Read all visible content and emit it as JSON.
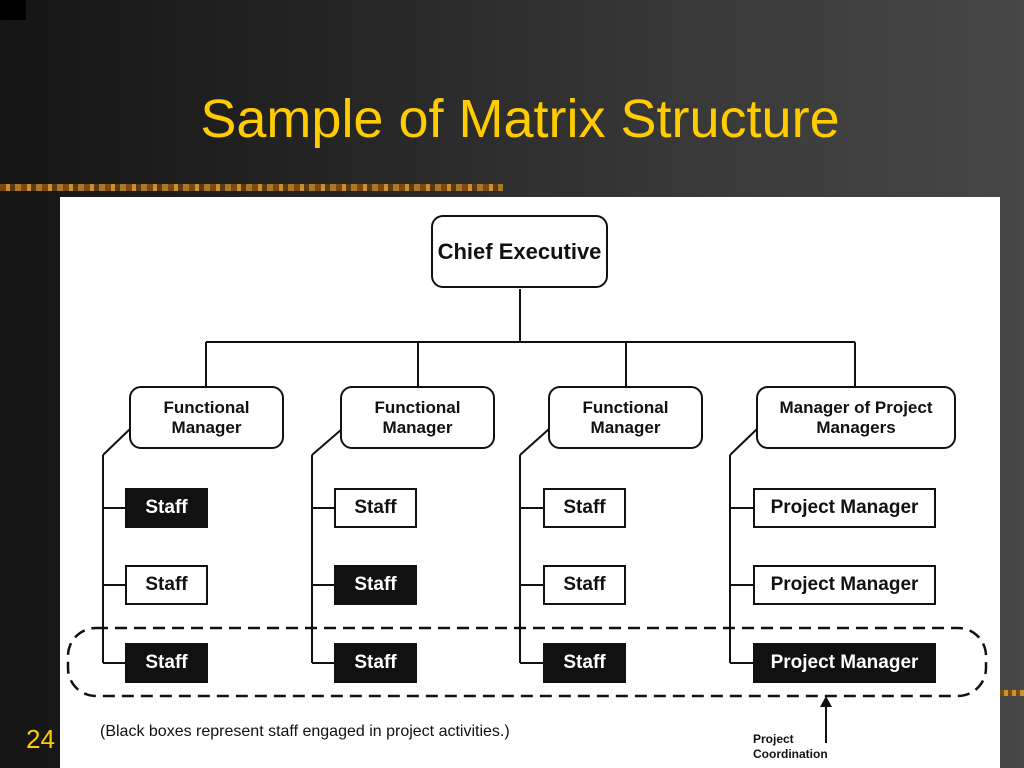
{
  "slide": {
    "title": "Sample of Matrix Structure",
    "number": "24",
    "title_color": "#ffcc00"
  },
  "diagram": {
    "chief": "Chief Executive",
    "columns": [
      {
        "head": "Functional Manager",
        "items": [
          {
            "label": "Staff",
            "engaged": true
          },
          {
            "label": "Staff",
            "engaged": false
          },
          {
            "label": "Staff",
            "engaged": true
          }
        ]
      },
      {
        "head": "Functional Manager",
        "items": [
          {
            "label": "Staff",
            "engaged": false
          },
          {
            "label": "Staff",
            "engaged": true
          },
          {
            "label": "Staff",
            "engaged": true
          }
        ]
      },
      {
        "head": "Functional Manager",
        "items": [
          {
            "label": "Staff",
            "engaged": false
          },
          {
            "label": "Staff",
            "engaged": false
          },
          {
            "label": "Staff",
            "engaged": true
          }
        ]
      },
      {
        "head": "Manager of Project Managers",
        "items": [
          {
            "label": "Project Manager",
            "engaged": false
          },
          {
            "label": "Project Manager",
            "engaged": false
          },
          {
            "label": "Project Manager",
            "engaged": true
          }
        ]
      }
    ],
    "caption": "(Black boxes represent staff engaged in project activities.)",
    "coordination_label": "Project Coordination"
  }
}
